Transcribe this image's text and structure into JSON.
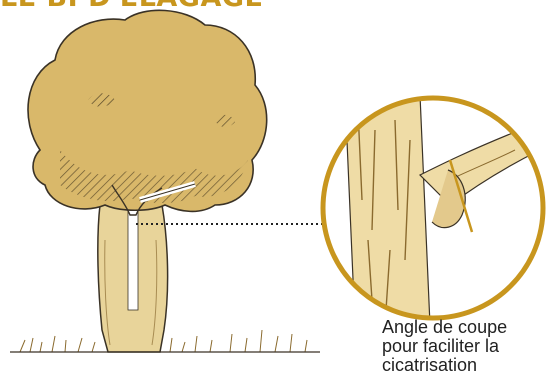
{
  "title": "LE BI D'ÉLAGAGE",
  "caption": {
    "line1": "Angle de coupe",
    "line2": "pour faciliter la",
    "line3": "cicatrisation"
  },
  "colors": {
    "accent": "#c8961e",
    "foliage": "#d9b86a",
    "trunk": "#e8d49a",
    "bark": "#efdca6",
    "ink": "#3a3226"
  },
  "icons": [
    "tree-illustration",
    "magnifier-circle",
    "cut-angle-line",
    "grass"
  ]
}
